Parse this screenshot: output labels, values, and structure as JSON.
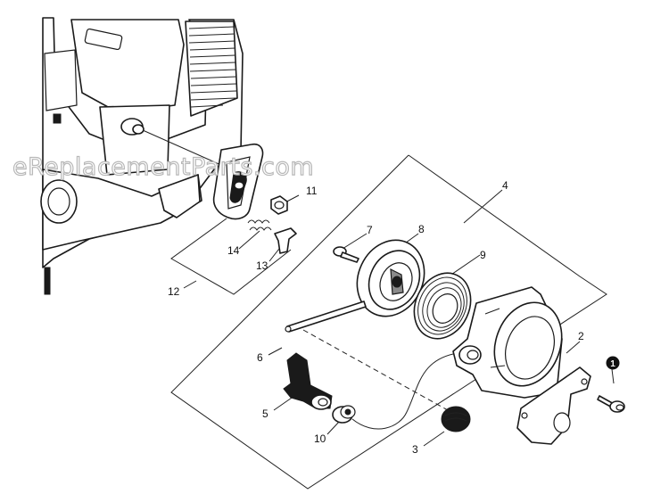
{
  "watermark": "eReplacementParts.com",
  "callouts": {
    "c1": "1",
    "c2": "2",
    "c3": "3",
    "c4": "4",
    "c5": "5",
    "c6": "6",
    "c7": "7",
    "c8": "8",
    "c9": "9",
    "c10": "10",
    "c11": "11",
    "c12": "12",
    "c13": "13",
    "c14": "14"
  },
  "icons": {
    "reference_marker": "filled-circle-number-icon",
    "engine": "engine-housing-illustration"
  }
}
